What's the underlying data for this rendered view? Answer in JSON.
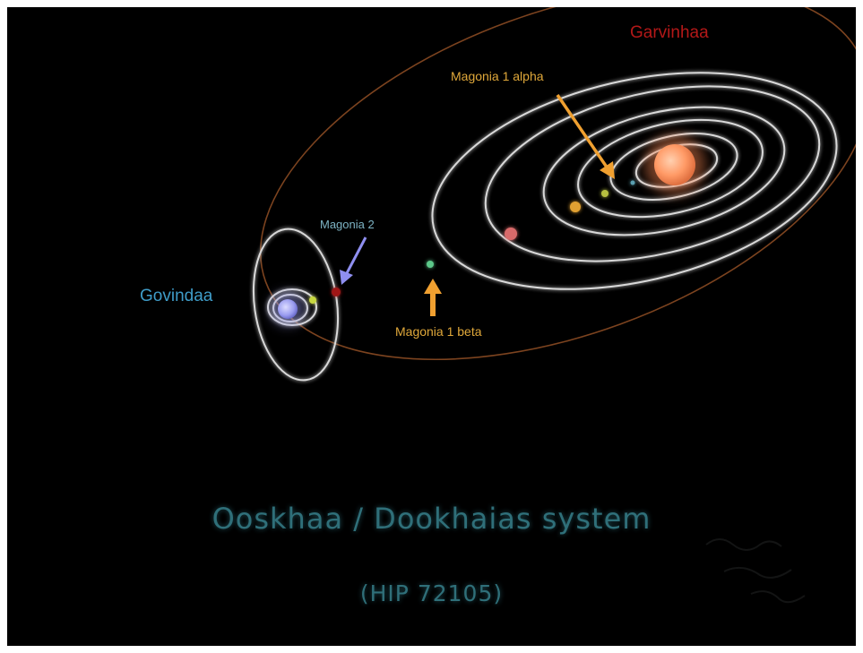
{
  "labels": {
    "star_a": "Garvinhaa",
    "star_b": "Govindaa",
    "planet_alpha": "Magonia 1 alpha",
    "planet_beta": "Magonia 1 beta",
    "planet_2": "Magonia 2"
  },
  "title": {
    "main": "Ooskhaa / Dookhaias system",
    "sub": "(HIP 72105)"
  },
  "colors": {
    "background": "#000000",
    "orbit": "#d9d9d9",
    "binary_orbit": "#8a4a22",
    "arrow_orange": "#f0a030",
    "arrow_blue": "#8f8ff0",
    "star_a": "#ff9a66",
    "star_b": "#9a9cf0",
    "title": "#2f6f79"
  },
  "icons": [
    "orbit-ellipse",
    "star-glow",
    "planet-dot",
    "pointer-arrow"
  ]
}
